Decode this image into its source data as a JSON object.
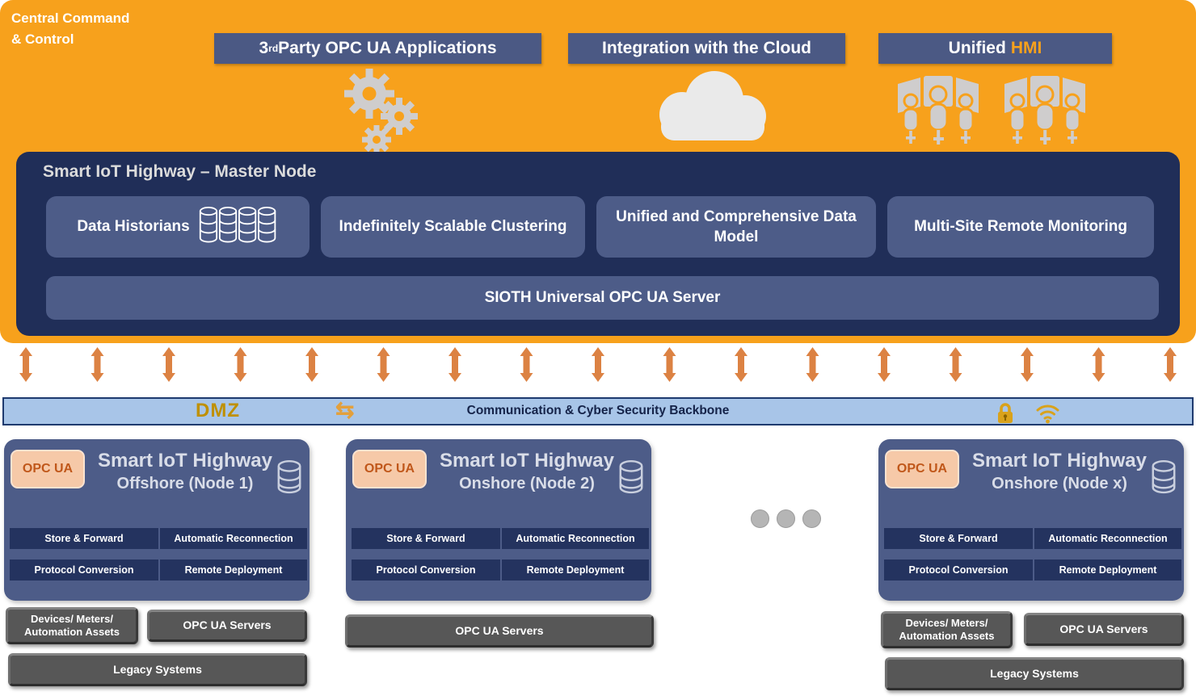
{
  "banner": {
    "corner_label": {
      "line1": "Central Command",
      "line2": "& Control"
    },
    "apps_title": {
      "num": "3",
      "sup": "rd",
      "rest": " Party OPC UA Applications"
    },
    "cloud_title": "Integration with the Cloud",
    "hmi_title": {
      "part1": "Unified",
      "part2": "HMI"
    }
  },
  "master": {
    "title": "Smart IoT Highway – Master Node",
    "features": [
      "Data Historians",
      "Indefinitely Scalable Clustering",
      "Unified and Comprehensive Data Model",
      "Multi-Site Remote Monitoring"
    ],
    "server": "SIOTH Universal OPC UA Server"
  },
  "backbone": {
    "dmz": "DMZ",
    "label": "Communication & Cyber Security Backbone"
  },
  "nodes": [
    {
      "badge": "OPC UA",
      "title": "Smart IoT Highway",
      "subtitle": "Offshore (Node 1)",
      "features": [
        "Store & Forward",
        "Automatic Reconnection",
        "Protocol Conversion",
        "Remote Deployment"
      ]
    },
    {
      "badge": "OPC UA",
      "title": "Smart IoT Highway",
      "subtitle": "Onshore (Node 2)",
      "features": [
        "Store & Forward",
        "Automatic Reconnection",
        "Protocol Conversion",
        "Remote Deployment"
      ]
    },
    {
      "badge": "OPC UA",
      "title": "Smart IoT Highway",
      "subtitle": "Onshore (Node x)",
      "features": [
        "Store & Forward",
        "Automatic Reconnection",
        "Protocol Conversion",
        "Remote Deployment"
      ]
    }
  ],
  "racks": {
    "devices": "Devices/ Meters/ Automation Assets",
    "opcua": "OPC UA Servers",
    "legacy": "Legacy Systems"
  },
  "icons": {
    "dmz-exchange-icon": "⇆",
    "gears-icon": "gears",
    "cloud-icon": "cloud",
    "hmi-operators-icon": "operators-at-consoles",
    "database-icon": "database-cylinders",
    "lock-icon": "padlock",
    "wifi-icon": "wifi",
    "vertical-sync-arrow-icon": "double-headed-arrow",
    "ellipsis-icon": "three-dots"
  },
  "colors": {
    "banner_orange": "#F7A11C",
    "master_navy": "#202E58",
    "slate_blue": "#4D5C88",
    "feature_navy": "#24335F",
    "backbone_blue": "#A8C5E8",
    "backbone_border": "#1E3A6E",
    "arrow_orange": "#DC8243",
    "dmz_gold": "#BF9000",
    "security_gold": "#D9A21B",
    "icon_gray": "#CFCDCD",
    "badge_bg": "#F6C9A8",
    "badge_text": "#C0571A",
    "rack_gray": "#575757"
  }
}
